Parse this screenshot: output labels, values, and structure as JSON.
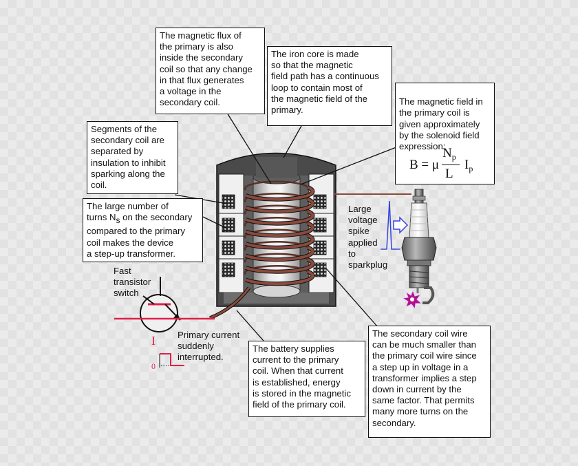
{
  "callouts": {
    "flux": "The magnetic flux of\nthe primary is also\ninside the secondary\ncoil so that any change\nin that flux generates\na voltage in the\nsecondary coil.",
    "iron_core": "The iron core is made\nso that the magnetic\nfield path has a continuous\nloop to contain most of\nthe magnetic field of the\nprimary.",
    "field": "The magnetic field in\nthe primary coil is\ngiven approximately\nby the solenoid field\nexpression:",
    "segments": "Segments of the\nsecondary coil are\nseparated by\ninsulation to inhibit\nsparking along the\ncoil.",
    "turns_line1": "The large number of",
    "turns_prefix": "turns N",
    "turns_sub": "s",
    "turns_suffix": " on the secondary",
    "turns_rest": "compared to the primary\ncoil makes the device\na step-up transformer.",
    "battery": "The battery supplies\ncurrent to the primary\ncoil. When that current\nis established, energy\nis stored in the magnetic\nfield of the primary coil.",
    "secondary_wire": "The secondary coil wire\ncan be much smaller than\nthe primary coil wire since\na step up in voltage in a\ntransformer implies a step\ndown in current by the\nsame factor. That permits\nmany more turns on the\nsecondary."
  },
  "labels": {
    "transistor": "Fast\ntransistor\nswitch",
    "primary_current": "Primary current\nsuddenly\ninterrupted.",
    "voltage_spike": "Large\nvoltage\nspike\napplied\nto\nsparkplug",
    "current_axis": "I",
    "zero_axis": "0"
  },
  "formula": {
    "lhs": "B = μ",
    "num_base": "N",
    "num_sub": "p",
    "den": "L",
    "rhs_base": "I",
    "rhs_sub": "p"
  },
  "colors": {
    "coil_copper": "#8a4a3c",
    "wire_red": "#e0204a",
    "spike_blue": "#3344dd",
    "core_gray": "#6a6a6a",
    "housing_dark": "#4a4a4a"
  }
}
